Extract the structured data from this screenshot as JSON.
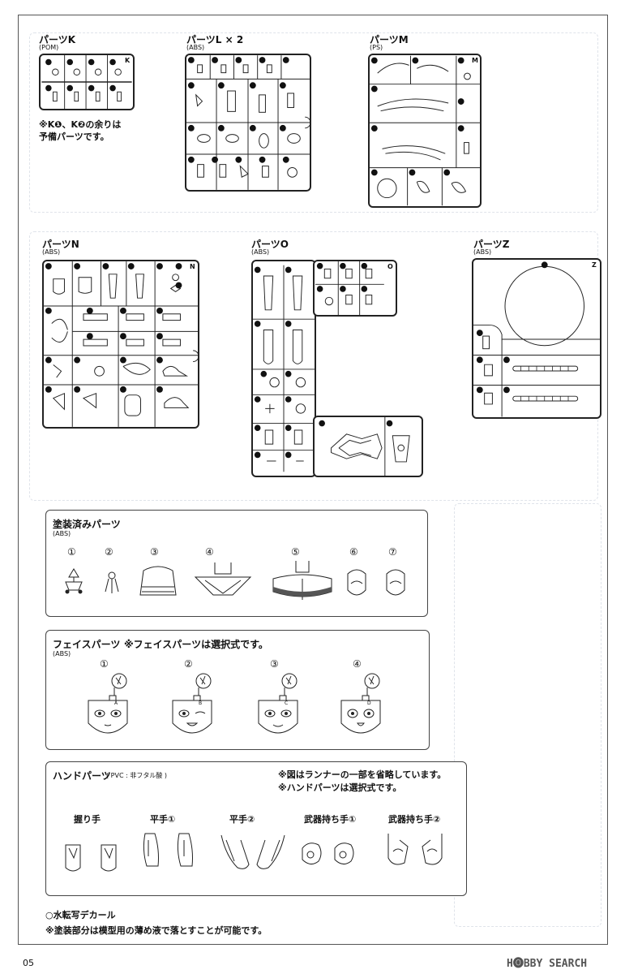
{
  "runners": {
    "k": {
      "name": "パーツK",
      "material": "(POM)",
      "tag": "K",
      "note_lines": [
        "※K❶、K❷の余りは",
        "予備パーツです。"
      ]
    },
    "l": {
      "name": "パーツL × 2",
      "material": "(ABS)"
    },
    "m": {
      "name": "パーツM",
      "material": "(PS)",
      "tag": "M"
    },
    "n": {
      "name": "パーツN",
      "material": "(ABS)",
      "tag": "N"
    },
    "o": {
      "name": "パーツO",
      "material": "(ABS)",
      "tag": "O"
    },
    "z": {
      "name": "パーツZ",
      "material": "(ABS)",
      "tag": "Z"
    }
  },
  "painted_parts": {
    "title": "塗装済みパーツ",
    "material": "(ABS)",
    "items": [
      "①",
      "②",
      "③",
      "④",
      "⑤",
      "⑥",
      "⑦"
    ]
  },
  "face_parts": {
    "title": "フェイスパーツ",
    "note": "※フェイスパーツは選択式です。",
    "material": "(ABS)",
    "items": [
      "①",
      "②",
      "③",
      "④"
    ],
    "tags": [
      "A",
      "B",
      "C",
      "D"
    ]
  },
  "hand_parts": {
    "title": "ハンドパーツ",
    "material": "( PVC : 非フタル酸 )",
    "notes": [
      "※図はランナーの一部を省略しています。",
      "※ハンドパーツは選択式です。"
    ],
    "items": [
      "握り手",
      "平手①",
      "平手②",
      "武器持ち手①",
      "武器持ち手②"
    ]
  },
  "footer_notes": [
    "○水転写デカール",
    "※塗装部分は模型用の薄め液で落とすことが可能です。"
  ],
  "page_number": "05",
  "watermark": "H🅞BBY SEARCH",
  "colors": {
    "line": "#222222",
    "ghost": "#dfe3ea"
  }
}
